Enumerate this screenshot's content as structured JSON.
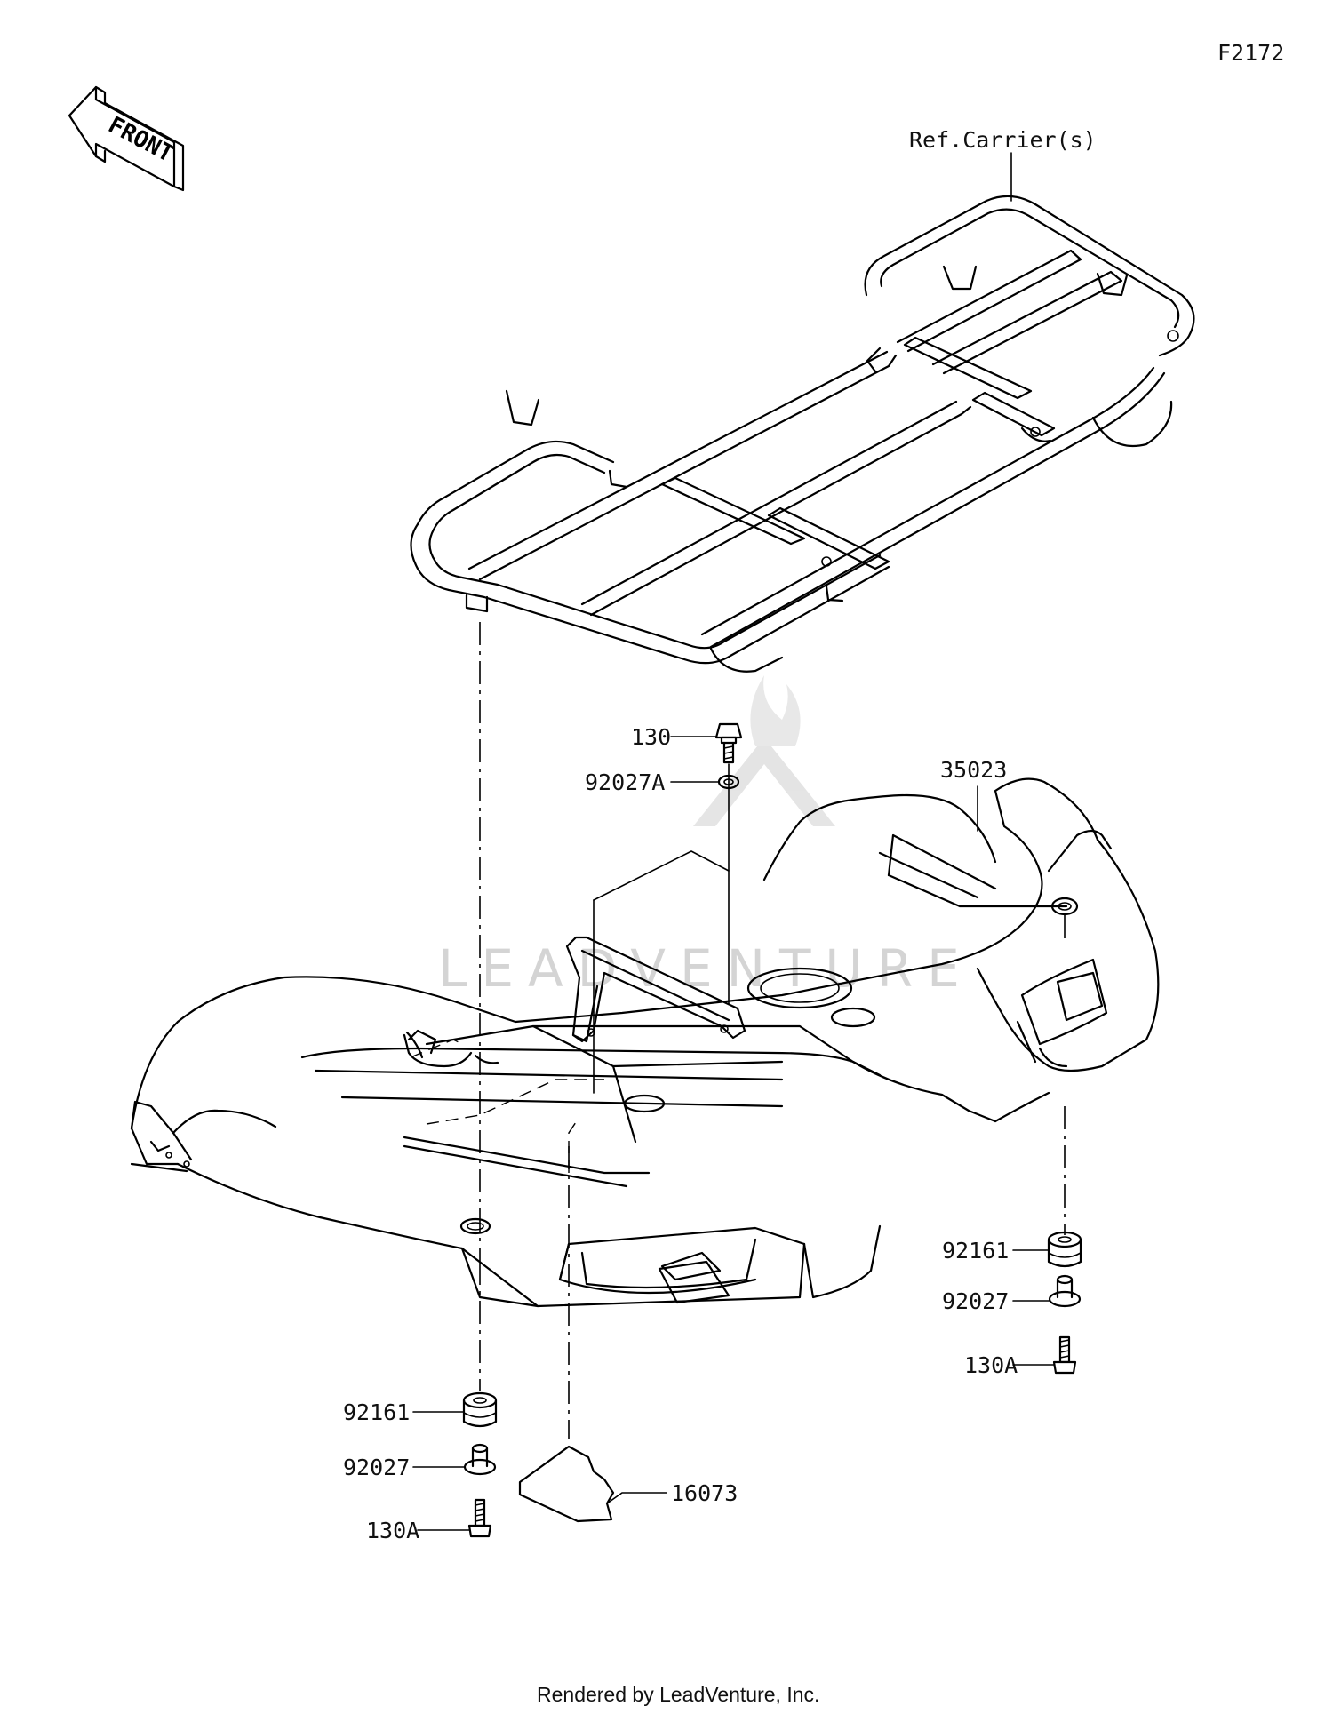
{
  "diagram": {
    "code": "F2172",
    "front_label": "FRONT",
    "carrier_ref": "Ref.Carrier(s)",
    "watermark": "LEADVENTURE",
    "footer": "Rendered by LeadVenture, Inc.",
    "callouts": [
      {
        "id": "p130",
        "part": "130"
      },
      {
        "id": "p92027a",
        "part": "92027A"
      },
      {
        "id": "p35023",
        "part": "35023"
      },
      {
        "id": "p92161r",
        "part": "92161"
      },
      {
        "id": "p92027r",
        "part": "92027"
      },
      {
        "id": "p130ar",
        "part": "130A"
      },
      {
        "id": "p92161l",
        "part": "92161"
      },
      {
        "id": "p92027l",
        "part": "92027"
      },
      {
        "id": "p130al",
        "part": "130A"
      },
      {
        "id": "p16073",
        "part": "16073"
      }
    ]
  }
}
